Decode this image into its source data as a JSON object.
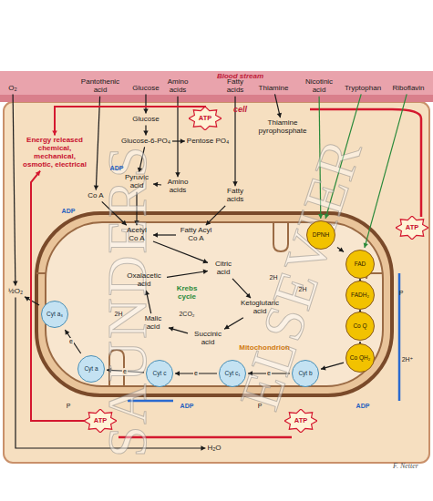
{
  "diagram": {
    "nodes": [
      {
        "text": [
          "Blood stream"
        ]
      },
      {
        "text": [
          "O₂"
        ],
        "in": 0
      },
      {
        "text": [
          "Pantothenic acid"
        ],
        "in": 0
      },
      {
        "text": [
          "Glucose"
        ],
        "in": 0
      },
      {
        "text": [
          "Amino acids"
        ],
        "in": 0
      },
      {
        "text": [
          "Fatty acids"
        ],
        "in": 0
      },
      {
        "text": [
          "Thiamine"
        ],
        "in": 0
      },
      {
        "text": [
          "Nicotinic acid"
        ],
        "in": 0
      },
      {
        "text": [
          "Tryptophan"
        ],
        "in": 0
      },
      {
        "text": [
          "Riboflavin"
        ],
        "in": 0
      },
      {
        "text": [
          "cell"
        ]
      },
      {
        "text": [
          "Energy released chemical, mechanical, osmotic, electrical"
        ],
        "in": 10
      },
      {
        "text": [
          "Glucose"
        ],
        "in": 10
      },
      {
        "text": [
          "Glucose-6-PO₄"
        ],
        "in": 10
      },
      {
        "text": [
          "Pentose PO₄"
        ],
        "in": 10
      },
      {
        "text": [
          "Thiamine pyrophosphate"
        ],
        "in": 10
      },
      {
        "text": [
          "Pyruvic acid"
        ],
        "in": 10
      },
      {
        "text": [
          "Co A"
        ],
        "in": 10
      },
      {
        "text": [
          "Amino acids"
        ],
        "in": 10
      },
      {
        "text": [
          "Fatty acids"
        ],
        "in": 10
      },
      {
        "text": [
          "Mitochondrion"
        ],
        "in": 10
      },
      {
        "text": [
          "Acetyl Co A"
        ],
        "in": 20
      },
      {
        "text": [
          "Fatty Acyl Co A"
        ],
        "in": 20
      },
      {
        "text": [
          "Citric acid"
        ],
        "in": 20
      },
      {
        "text": [
          "Krebs cycle"
        ],
        "in": 20
      },
      {
        "text": [
          "Ketoglutaric acid"
        ],
        "in": 20
      },
      {
        "text": [
          "Succinic acid"
        ],
        "in": 20
      },
      {
        "text": [
          "Malic acid"
        ],
        "in": 20
      },
      {
        "text": [
          "Oxalacetic acid"
        ],
        "in": 20
      },
      {
        "text": [
          "DPNH"
        ],
        "in": 20
      },
      {
        "text": [
          "FAD"
        ],
        "in": 20
      },
      {
        "text": [
          "FADH₂"
        ],
        "in": 20
      },
      {
        "text": [
          "Co Q"
        ],
        "in": 20
      },
      {
        "text": [
          "Co QH₂"
        ],
        "in": 20
      },
      {
        "text": [
          "Cyt b"
        ],
        "in": 20
      },
      {
        "text": [
          "Cyt c₁"
        ],
        "in": 20
      },
      {
        "text": [
          "Cyt c"
        ],
        "in": 20
      },
      {
        "text": [
          "Cyt a"
        ],
        "in": 20
      },
      {
        "text": [
          "Cyt a₃"
        ],
        "in": 20
      },
      {
        "text": [
          "½O₂"
        ],
        "in": 10
      },
      {
        "text": [
          "H₂O"
        ],
        "in": 10
      },
      {
        "text": [
          "ATP"
        ],
        "in": 10
      },
      {
        "text": [
          "ATP"
        ],
        "in": 10
      },
      {
        "text": [
          "ATP"
        ],
        "in": 10
      },
      {
        "text": [
          "ATP"
        ],
        "in": 10
      }
    ],
    "edges": [
      {
        "from": 3,
        "to": 12,
        "arrow": "to"
      },
      {
        "from": 12,
        "to": 13,
        "arrow": "to"
      },
      {
        "from": 13,
        "to": 14,
        "arrow": "to"
      },
      {
        "from": 6,
        "to": 15,
        "arrow": "to"
      },
      {
        "from": 13,
        "to": 16,
        "arrow": "to"
      },
      {
        "from": 16,
        "to": 21,
        "arrow": "to"
      },
      {
        "from": 2,
        "to": 17,
        "arrow": "to"
      },
      {
        "from": 17,
        "to": 21,
        "arrow": "to"
      },
      {
        "from": 4,
        "to": 18,
        "arrow": "to"
      },
      {
        "from": 18,
        "to": 16,
        "arrow": "to"
      },
      {
        "from": 5,
        "to": 19,
        "arrow": "to"
      },
      {
        "from": 19,
        "to": 22,
        "arrow": "to"
      },
      {
        "from": 22,
        "to": 21,
        "arrow": "to"
      },
      {
        "from": 21,
        "to": 23,
        "arrow": "to"
      },
      {
        "from": 23,
        "to": 25,
        "arrow": "to"
      },
      {
        "from": 25,
        "to": 26,
        "arrow": "to"
      },
      {
        "from": 26,
        "to": 27,
        "arrow": "to"
      },
      {
        "from": 27,
        "to": 28,
        "arrow": "to"
      },
      {
        "from": 28,
        "to": 23,
        "arrow": "to"
      },
      {
        "from": 7,
        "to": 29,
        "arrow": "to"
      },
      {
        "from": 8,
        "to": 29,
        "arrow": "to"
      },
      {
        "from": 9,
        "to": 30,
        "arrow": "to"
      },
      {
        "from": 29,
        "to": 30,
        "arrow": "to"
      },
      {
        "from": 30,
        "to": 31,
        "arrow": "to"
      },
      {
        "from": 31,
        "to": 32,
        "arrow": "to"
      },
      {
        "from": 32,
        "to": 33,
        "arrow": "to"
      },
      {
        "from": 33,
        "to": 34,
        "arrow": "to"
      },
      {
        "from": 34,
        "to": 35,
        "arrow": "to"
      },
      {
        "from": 35,
        "to": 36,
        "arrow": "to"
      },
      {
        "from": 36,
        "to": 37,
        "arrow": "to"
      },
      {
        "from": 37,
        "to": 38,
        "arrow": "to"
      },
      {
        "from": 38,
        "to": 39,
        "arrow": "to"
      },
      {
        "from": 1,
        "to": 39,
        "arrow": "to"
      },
      {
        "from": 39,
        "to": 40,
        "arrow": "to"
      },
      {
        "from": 41,
        "to": 11,
        "arrow": "to"
      },
      {
        "from": 43,
        "to": 11,
        "arrow": "to"
      }
    ],
    "labels": [
      "ADP",
      "ADP",
      "ADP",
      "ADP",
      "2CO₂",
      "2H",
      "2H",
      "2H",
      "2H⁺",
      "P",
      "P",
      "P",
      "e",
      "e",
      "e",
      "e",
      "SAUNDERS",
      "ELSEVIER",
      "F. Netter"
    ]
  }
}
